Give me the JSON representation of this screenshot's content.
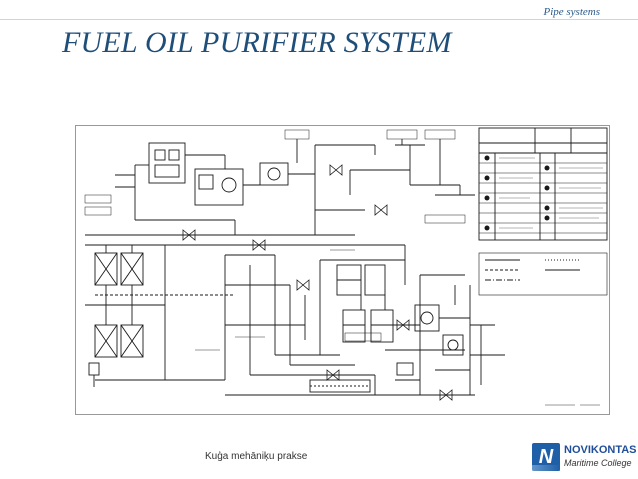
{
  "header": {
    "top_label": "Pipe systems",
    "title": "FUEL OIL PURIFIER SYSTEM"
  },
  "footer": {
    "text": "Kuģa mehāniķu prakse"
  },
  "logo": {
    "mark": "N",
    "name": "NOVIKONTAS",
    "subtitle": "Maritime College"
  },
  "colors": {
    "title": "#1f4e79",
    "accent": "#1f5fa8",
    "diagram_line": "#1a1a1a"
  }
}
